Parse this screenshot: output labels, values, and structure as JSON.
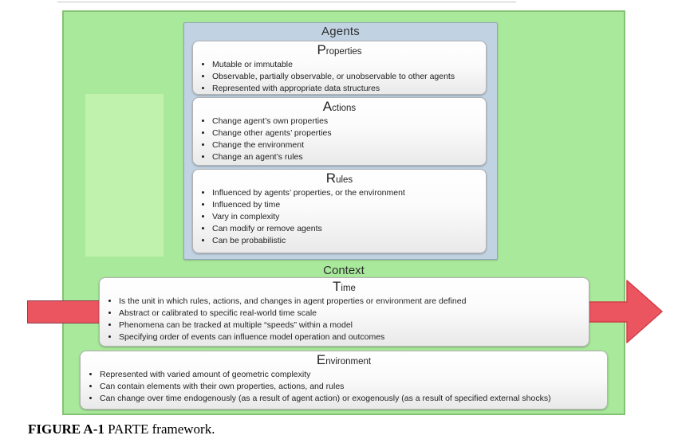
{
  "figure": {
    "caption_label": "FIGURE A-1",
    "caption_text": " PARTE framework."
  },
  "colors": {
    "panel_green": "#a9e99b",
    "panel_green_border": "#84c276",
    "agents_panel_blue": "#c1d3e3",
    "arrow_red": "#ea5560"
  },
  "agents": {
    "title": "Agents",
    "sections": [
      {
        "title_initial": "P",
        "title_rest": "roperties",
        "bullets": [
          "Mutable or immutable",
          "Observable, partially observable, or unobservable to other agents",
          "Represented with appropriate data structures"
        ]
      },
      {
        "title_initial": "A",
        "title_rest": "ctions",
        "bullets": [
          "Change agent’s own properties",
          "Change other agents’ properties",
          "Change the environment",
          "Change an agent’s rules"
        ]
      },
      {
        "title_initial": "R",
        "title_rest": "ules",
        "bullets": [
          "Influenced by agents’ properties, or the environment",
          "Influenced by time",
          "Vary in complexity",
          "Can modify or remove agents",
          "Can be probabilistic"
        ]
      }
    ]
  },
  "context": {
    "title": "Context",
    "sections": [
      {
        "title_initial": "T",
        "title_rest": "ime",
        "bullets": [
          "Is the unit in which rules, actions, and changes in agent properties or environment are defined",
          "Abstract or calibrated to specific real-world time scale",
          "Phenomena can be tracked at multiple “speeds” within a model",
          "Specifying order of events can influence model operation and outcomes"
        ]
      },
      {
        "title_initial": "E",
        "title_rest": "nvironment",
        "bullets": [
          "Represented with varied amount of geometric complexity",
          "Can contain elements with their own properties, actions, and rules",
          "Can change over time endogenously (as a result of agent action) or exogenously (as a result of specified external shocks)"
        ]
      }
    ]
  }
}
